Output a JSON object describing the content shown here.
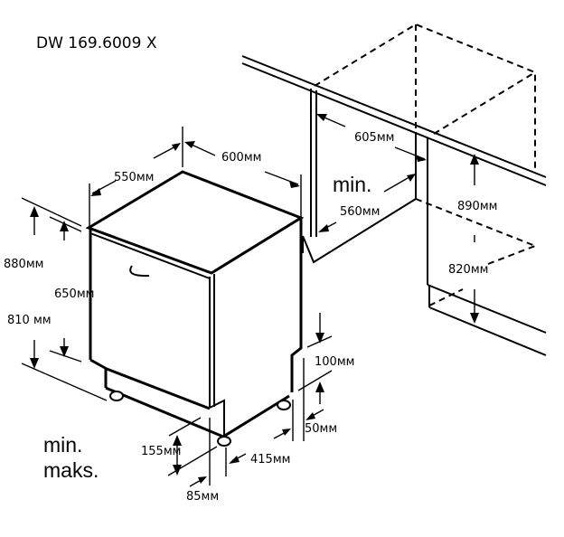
{
  "title": "DW 169.6009 X",
  "dimensions": {
    "width_top": "600мм",
    "depth_top": "550мм",
    "niche_width": "605мм",
    "niche_depth_min": "560мм",
    "niche_min_label": "min.",
    "niche_height_max": "890мм",
    "niche_height_min": "820мм",
    "height_max": "880мм",
    "door_height": "650мм",
    "height_min": "810 мм",
    "plinth_height": "100мм",
    "foot_offset": "50мм",
    "plinth_range": "155мм",
    "leg_depth": "415мм",
    "front_offset": "85мм"
  },
  "legend": {
    "min_label": "min.",
    "maks_label": "maks."
  }
}
